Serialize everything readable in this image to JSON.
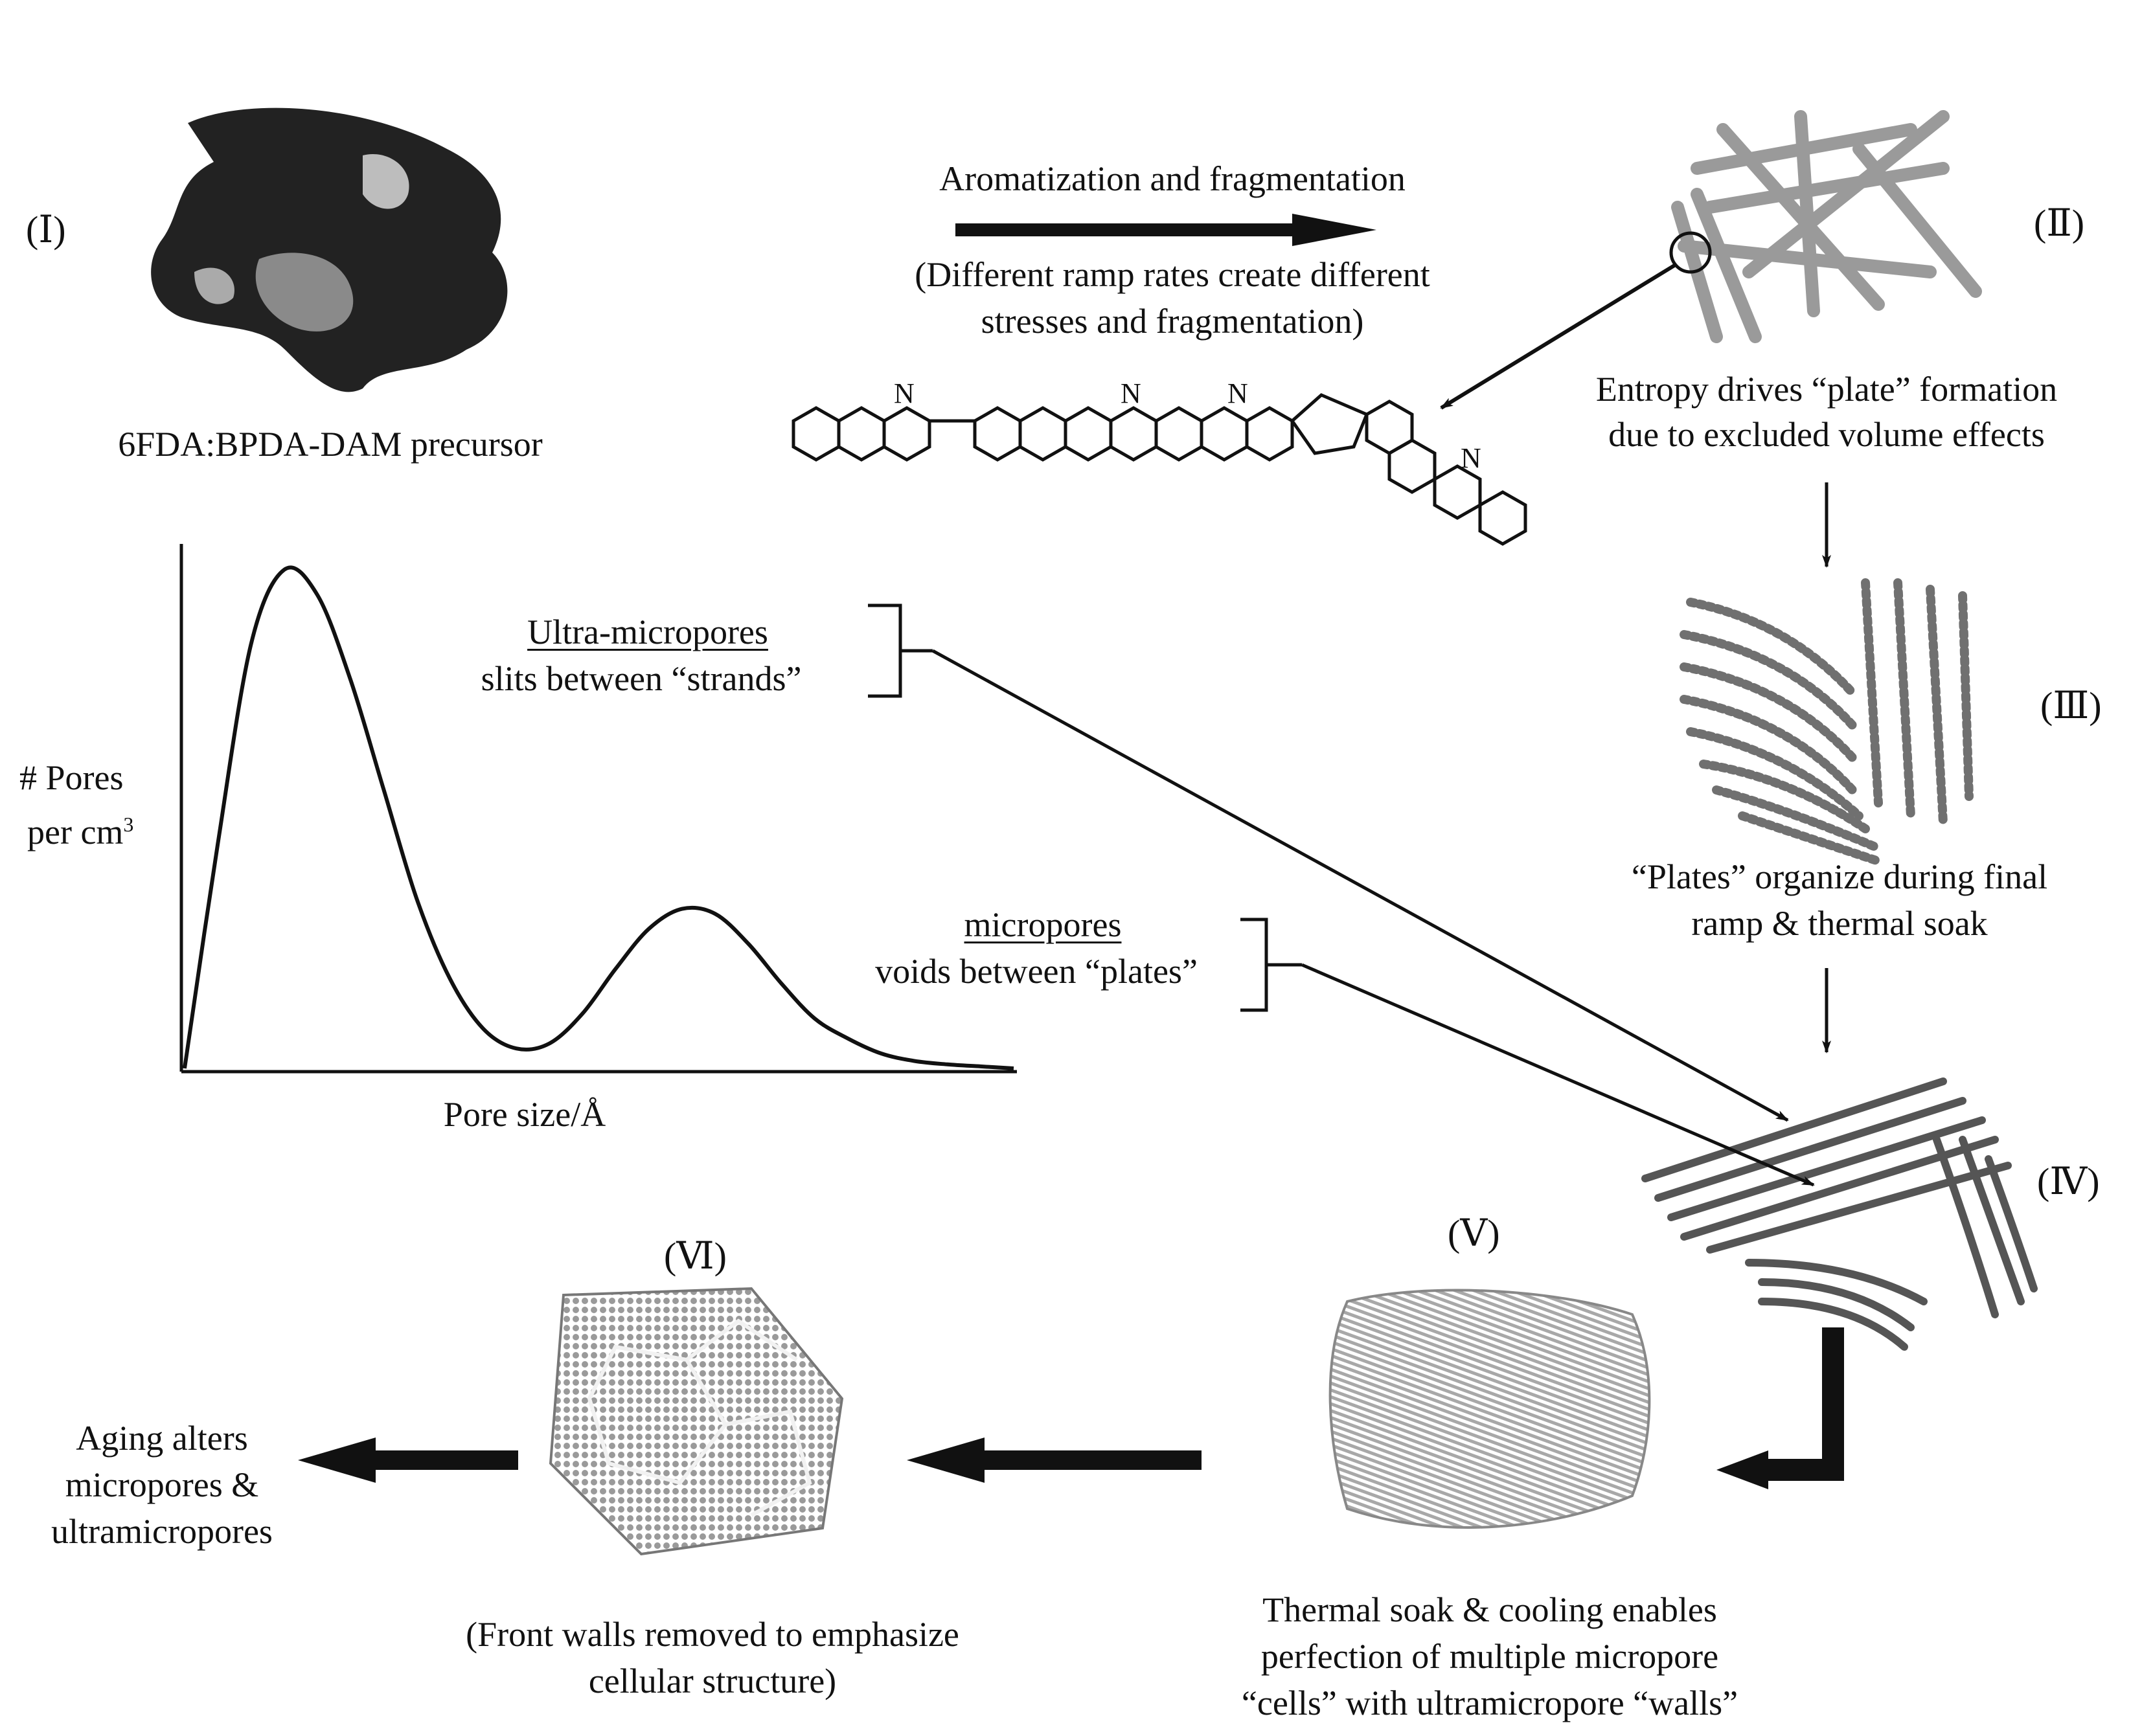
{
  "stages": {
    "I": "(Ⅰ)",
    "II": "(Ⅱ)",
    "III": "(Ⅲ)",
    "IV": "(Ⅳ)",
    "V": "(Ⅴ)",
    "VI": "(Ⅵ)"
  },
  "precursor_label": "6FDA:BPDA-DAM precursor",
  "top_arrow": {
    "title": "Aromatization and fragmentation",
    "note_line1": "(Different ramp rates create different",
    "note_line2": "stresses and fragmentation)"
  },
  "molecule_atom_label": "N",
  "stage2_caption": {
    "line1": "Entropy drives “plate” formation",
    "line2": "due to excluded volume effects"
  },
  "stage3_caption": {
    "line1": "“Plates” organize during final",
    "line2": "ramp & thermal soak"
  },
  "stage5_caption": {
    "line1": "Thermal soak & cooling enables",
    "line2": "perfection of multiple micropore",
    "line3": "“cells” with ultramicropore “walls”"
  },
  "stage6_caption": {
    "line1": "(Front walls removed to emphasize",
    "line2": "cellular structure)"
  },
  "aging_caption": {
    "line1": "Aging alters",
    "line2": "micropores &",
    "line3": "ultramicropores"
  },
  "annotations": {
    "ultra_title": "Ultra-micropores",
    "ultra_desc": "slits between “strands”",
    "micro_title": "micropores",
    "micro_desc": "voids between “plates”"
  },
  "chart": {
    "ylabel_line1": "# Pores",
    "ylabel_line2": "per cm",
    "ylabel_sup": "3",
    "xlabel": "Pore size/Å"
  },
  "chart_data": {
    "type": "line",
    "title": "",
    "xlabel": "Pore size/Å",
    "ylabel": "# Pores per cm3",
    "x": [
      0.0,
      0.04,
      0.08,
      0.12,
      0.16,
      0.2,
      0.24,
      0.28,
      0.32,
      0.36,
      0.4,
      0.44,
      0.48,
      0.52,
      0.56,
      0.6,
      0.64,
      0.68,
      0.72,
      0.76,
      0.8,
      0.84,
      0.88,
      0.92,
      0.96,
      1.0
    ],
    "series": [
      {
        "values": [
          0.0,
          0.45,
          0.85,
          1.0,
          0.95,
          0.78,
          0.56,
          0.34,
          0.18,
          0.08,
          0.04,
          0.05,
          0.11,
          0.2,
          0.28,
          0.32,
          0.31,
          0.25,
          0.17,
          0.1,
          0.06,
          0.03,
          0.015,
          0.008,
          0.004,
          0.0
        ]
      }
    ],
    "grid": false,
    "legend": "none"
  }
}
